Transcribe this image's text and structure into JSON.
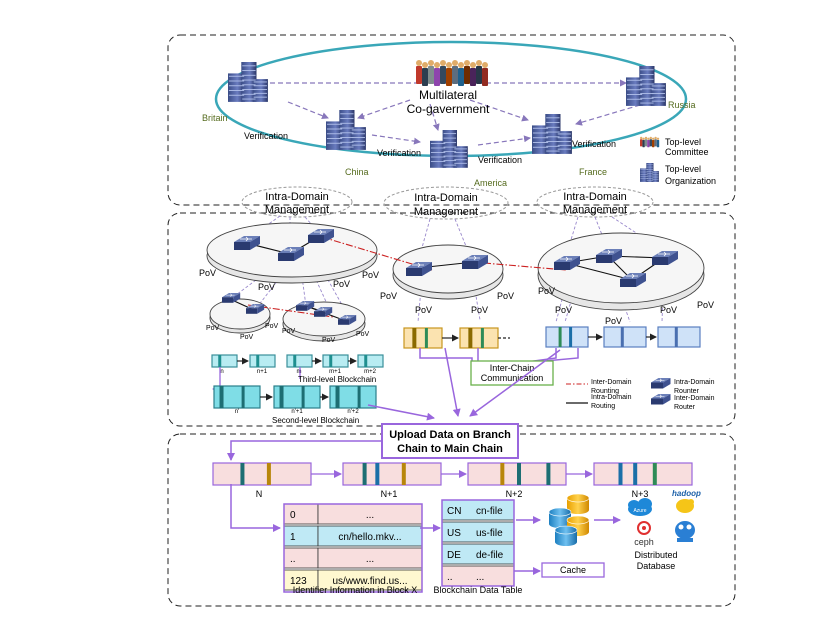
{
  "top": {
    "title_line1": "Multilateral",
    "title_line2": "Co-gavernment",
    "countries": [
      "Britain",
      "China",
      "America",
      "France",
      "Russia"
    ],
    "verification": "Verification",
    "legend": [
      {
        "label_line1": "Top-level",
        "label_line2": "Committee",
        "icon": "committee-icon"
      },
      {
        "label_line1": "Top-level",
        "label_line2": "Organization",
        "icon": "organization-icon"
      }
    ]
  },
  "middle": {
    "intra_domain_line1": "Intra-Domain",
    "intra_domain_line2": "Management",
    "pov": "PoV",
    "third_level": "Third-level Blockchain",
    "second_level": "Second-level Blockchain",
    "third_blocks": [
      "n",
      "n+1",
      "m",
      "m+1",
      "m+2"
    ],
    "second_blocks": [
      "n'",
      "n'+1",
      "n'+2"
    ],
    "inter_chain_line1": "Inter-Chain",
    "inter_chain_line2": "Communication",
    "legend": {
      "inter_routing_line1": "Inter-Domain",
      "inter_routing_line2": "Rounting",
      "intra_routing_line1": "Intra-Domain",
      "intra_routing_line2": "Routing",
      "intra_router_line1": "Intra-Domain",
      "intra_router_line2": "Rounter",
      "inter_router_line1": "Inter-Domain",
      "inter_router_line2": "Router"
    }
  },
  "bottom": {
    "upload_line1": "Upload Data on Branch",
    "upload_line2": "Chain to Main Chain",
    "main_blocks": [
      "N",
      "N+1",
      "N+2",
      "N+3"
    ],
    "identifier_rows": [
      {
        "id": "0",
        "val": "..."
      },
      {
        "id": "1",
        "val": "cn/hello.mkv..."
      },
      {
        "id": "..",
        "val": "..."
      },
      {
        "id": "123",
        "val": "us/www.find.us..."
      }
    ],
    "identifier_caption": "Identifier Information in Block X",
    "data_rows": [
      {
        "code": "CN",
        "file": "cn-file"
      },
      {
        "code": "US",
        "file": "us-file"
      },
      {
        "code": "DE",
        "file": "de-file"
      },
      {
        "code": "..",
        "file": "..."
      }
    ],
    "data_caption": "Blockchain Data Table",
    "cache": "Cache",
    "distributed_line1": "Distributed",
    "distributed_line2": "Database",
    "db_logos": {
      "hadoop": "hadoop",
      "ceph": "ceph",
      "azure": "Azure"
    }
  },
  "colors": {
    "border": "#222222",
    "ellipse": "#3aa7b8",
    "purple": "#9966dd",
    "teal_block": "#6fd3e0",
    "orange_block": "#f5d48a",
    "blue_block": "#bcd7f5",
    "pink_block": "#f8dede",
    "red_routing": "#cc2222"
  }
}
